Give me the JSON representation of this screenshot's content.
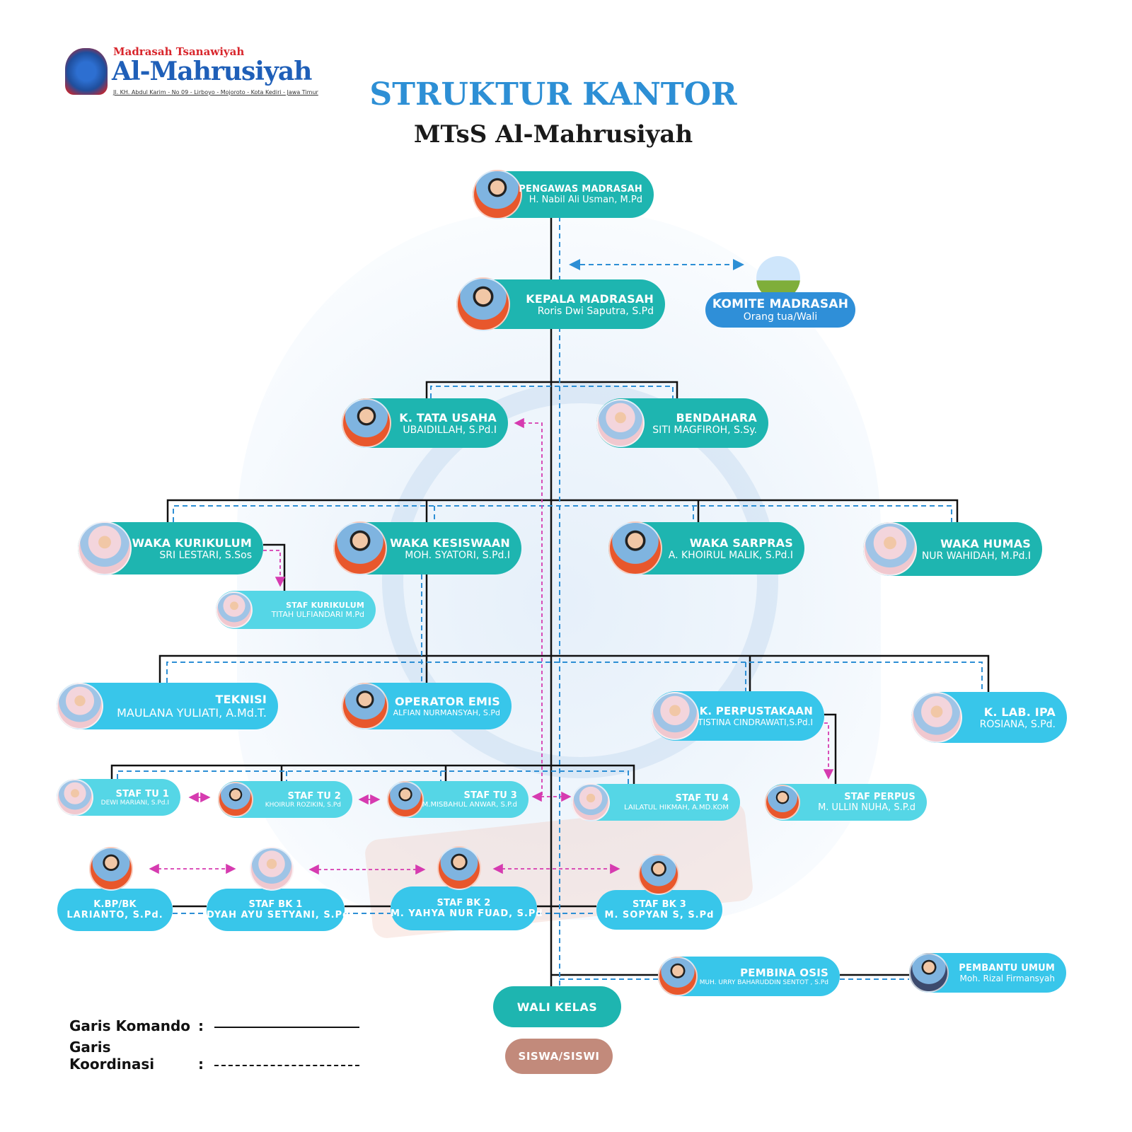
{
  "header": {
    "brand_small": "Madrasah Tsanawiyah",
    "brand_large": "Al-Mahrusiyah",
    "address": "Jl. KH. Abdul Karim - No 09 - Lirboyo - Mojoroto - Kota Kediri - Jawa Timur",
    "title": "STRUKTUR KANTOR",
    "subtitle": "MTsS Al-Mahrusiyah"
  },
  "colors": {
    "teal": "#1eb5b0",
    "cyan": "#38c6ea",
    "light_cyan": "#55d6e6",
    "blue": "#2f8fd8",
    "brown": "#c28a7b",
    "command": "#111111",
    "coordination": "#2d8fd5",
    "arrow": "#d63bb0"
  },
  "nodes": {
    "pengawas": {
      "role": "PENGAWAS MADRASAH",
      "name": "H. Nabil Ali Usman, M.Pd"
    },
    "kepala": {
      "role": "KEPALA MADRASAH",
      "name": "Roris Dwi Saputra, S.Pd"
    },
    "komite": {
      "role": "KOMITE MADRASAH",
      "name": "Orang tua/Wali"
    },
    "tata_usaha": {
      "role": "K. TATA USAHA",
      "name": "UBAIDILLAH, S.Pd.I"
    },
    "bendahara": {
      "role": "BENDAHARA",
      "name": "SITI MAGFIROH, S.Sy."
    },
    "waka_kurikulum": {
      "role": "WAKA KURIKULUM",
      "name": "SRI LESTARI, S.Sos"
    },
    "waka_kesiswaan": {
      "role": "WAKA KESISWAAN",
      "name": "MOH. SYATORI, S.Pd.I"
    },
    "waka_sarpras": {
      "role": "WAKA SARPRAS",
      "name": "A. KHOIRUL MALIK, S.Pd.I"
    },
    "waka_humas": {
      "role": "WAKA HUMAS",
      "name": "NUR WAHIDAH, M.Pd.I"
    },
    "staf_kurikulum": {
      "role": "STAF KURIKULUM",
      "name": "TITAH ULFIANDARI M.Pd"
    },
    "teknisi": {
      "role": "TEKNISI",
      "name": "MAULANA YULIATI, A.Md.T."
    },
    "operator_emis": {
      "role": "OPERATOR EMIS",
      "name": "ALFIAN NURMANSYAH, S.Pd"
    },
    "perpustakaan": {
      "role": "K. PERPUSTAKAAN",
      "name": "TISTINA CINDRAWATI,S.Pd.I"
    },
    "lab_ipa": {
      "role": "K. LAB. IPA",
      "name": "ROSIANA, S.Pd."
    },
    "staf_tu1": {
      "role": "STAF TU 1",
      "name": "DEWI MARIANI, S.Pd.I"
    },
    "staf_tu2": {
      "role": "STAF TU 2",
      "name": "KHOIRUR ROZIKIN, S.Pd"
    },
    "staf_tu3": {
      "role": "STAF TU 3",
      "name": "M.MISBAHUL ANWAR, S.P.d"
    },
    "staf_tu4": {
      "role": "STAF TU 4",
      "name": "LAILATUL HIKMAH, A.MD.KOM"
    },
    "staf_perpus": {
      "role": "STAF PERPUS",
      "name": "M. ULLIN NUHA, S.P.d"
    },
    "kbp_bk": {
      "role": "K.BP/BK",
      "name": "LARIANTO, S.Pd."
    },
    "staf_bk1": {
      "role": "STAF BK 1",
      "name": "DYAH AYU SETYANI, S.Pd."
    },
    "staf_bk2": {
      "role": "STAF BK 2",
      "name": "M. YAHYA NUR FUAD, S.Pd"
    },
    "staf_bk3": {
      "role": "STAF BK 3",
      "name": "M. SOPYAN S, S.Pd"
    },
    "pembina_osis": {
      "role": "PEMBINA OSIS",
      "name": "MUH. URRY BAHARUDDIN SENTOT , S.Pd"
    },
    "pembantu_umum": {
      "role": "PEMBANTU UMUM",
      "name": "Moh. Rizal Firmansyah"
    }
  },
  "wali_kelas": "WALI KELAS",
  "siswa": "SISWA/SISWI",
  "legend": {
    "command_label": "Garis Komando",
    "coordination_label": "Garis Koordinasi",
    "separator": ":"
  }
}
